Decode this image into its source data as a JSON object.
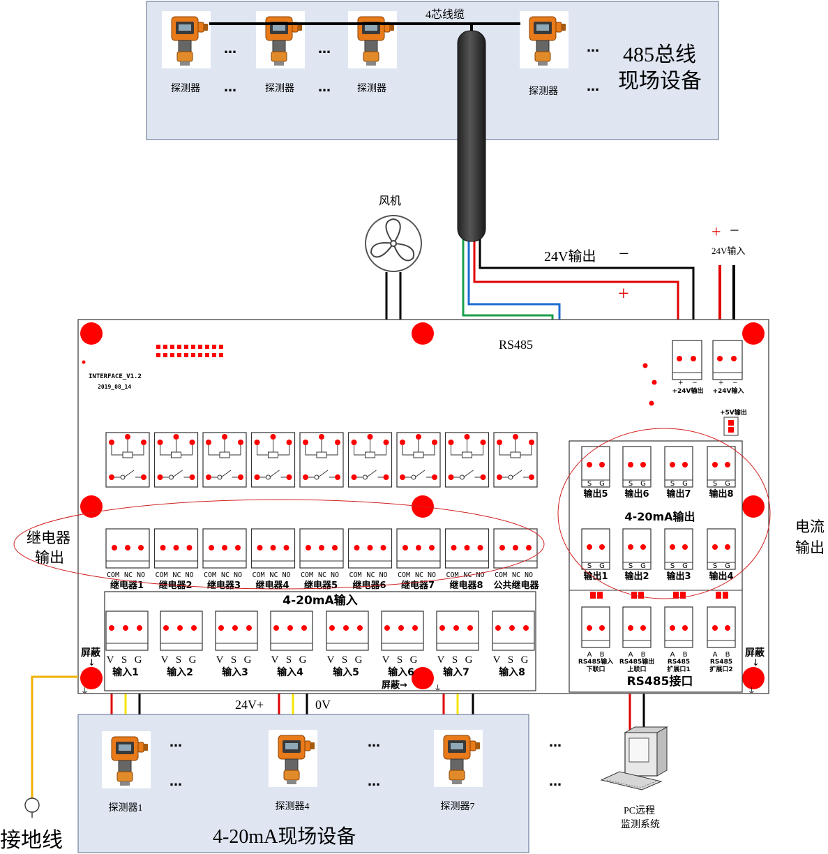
{
  "top_panel": {
    "cable_label": "4芯线缆",
    "title_line1": "485总线",
    "title_line2": "现场设备",
    "detector_label": "探测器",
    "ellipsis": "…"
  },
  "fan_label": "风机",
  "power_out_label": "24V输出",
  "power_in_label": "24V输入",
  "minus_sign": "−",
  "plus_sign": "+",
  "rs485_label": "RS485",
  "board": {
    "version": "INTERFACE_V1.2",
    "date": "2019_08_14",
    "out24_label": "+24V输出",
    "in24_label": "+24V输入",
    "five_v_label": "+5V输出",
    "relay_label_com": "COM",
    "relay_label_nc": "NC",
    "relay_label_no": "NO",
    "relay_names": [
      "继电器1",
      "继电器2",
      "继电器3",
      "继电器4",
      "继电器5",
      "继电器6",
      "继电器7",
      "继电器8",
      "公共继电器"
    ],
    "input_title": "4-20mA输入",
    "input_names": [
      "输入1",
      "输入2",
      "输入3",
      "输入4",
      "输入5",
      "输入6",
      "输入7",
      "输入8"
    ],
    "vsg": [
      "V",
      "S",
      "G"
    ],
    "sg": [
      "S",
      "G"
    ],
    "output_title": "4-20mA输出",
    "output_names_top": [
      "输出5",
      "输出6",
      "输出7",
      "输出8"
    ],
    "output_names_bottom": [
      "输出1",
      "输出2",
      "输出3",
      "输出4"
    ],
    "ab": [
      "A",
      "B"
    ],
    "rs485_ports": [
      {
        "name": "RS485输入",
        "sub": "下联口"
      },
      {
        "name": "RS485输出",
        "sub": "上联口"
      },
      {
        "name": "RS485",
        "sub": "扩展口1"
      },
      {
        "name": "RS485",
        "sub": "扩展口2"
      }
    ],
    "rs485_title": "RS485接口",
    "shield_label": "屏蔽",
    "shield_arrow_label": "屏蔽→",
    "ground_symbol": "⏚"
  },
  "relay_output_label_1": "继电器",
  "relay_output_label_2": "输出",
  "current_output_label_1": "电流",
  "current_output_label_2": "输出",
  "bottom": {
    "v24_label": "24V+",
    "ov_label": "0V",
    "detectors": [
      "探测器1",
      "探测器4",
      "探测器7"
    ],
    "title": "4-20mA现场设备",
    "ground_label": "接地线",
    "pc_label_1": "PC远程",
    "pc_label_2": "监测系统"
  },
  "colors": {
    "red_dot": "#ff0000",
    "wire_red": "#e00000",
    "wire_green": "#1aa04a",
    "wire_blue": "#1c6cd0",
    "wire_yellow": "#f5e600",
    "ground_wire": "#f0b000",
    "panel_fill": "#dfe6f2",
    "ellipse": "#d02020",
    "detector_orange": "#e87a1a"
  }
}
